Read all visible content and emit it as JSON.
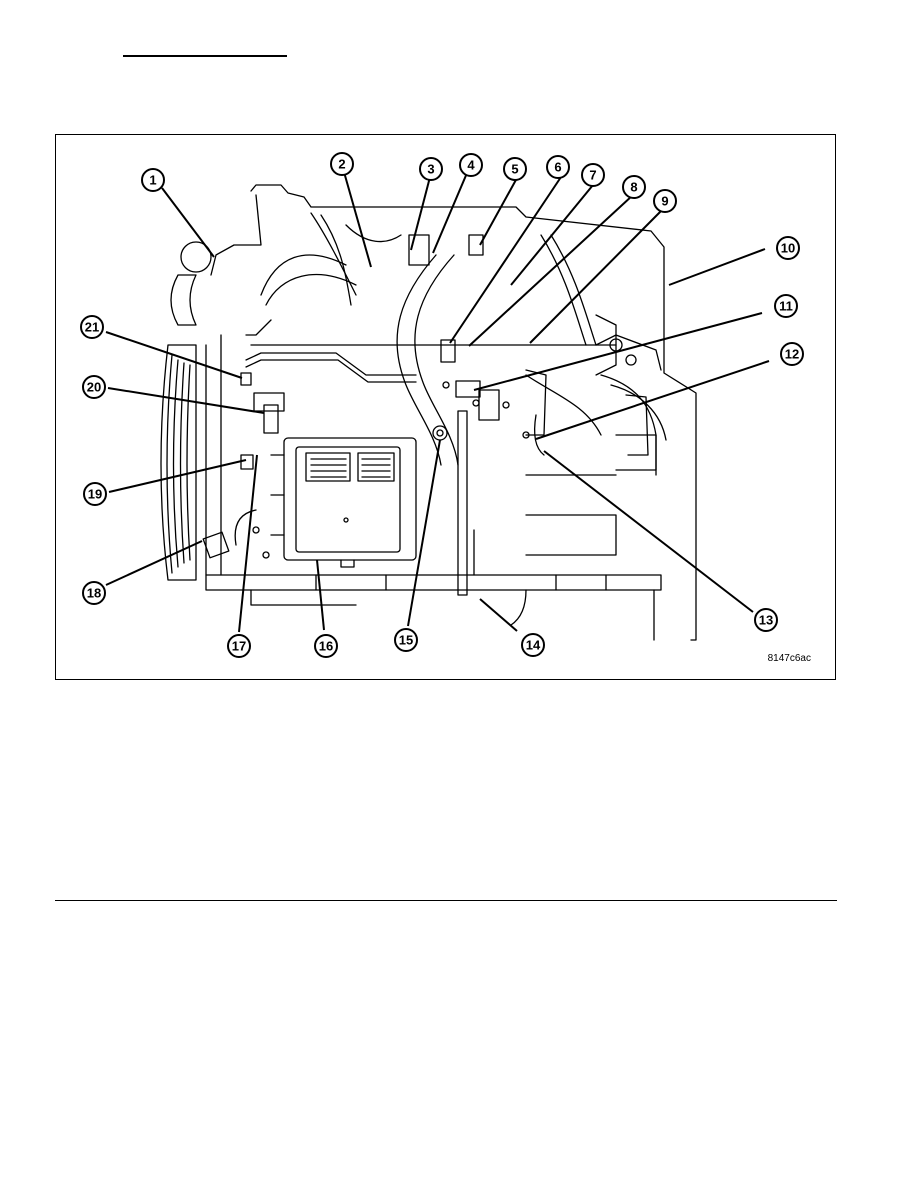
{
  "figure": {
    "id_label": "8147c6ac",
    "callouts": [
      "1",
      "2",
      "3",
      "4",
      "5",
      "6",
      "7",
      "8",
      "9",
      "10",
      "11",
      "12",
      "13",
      "14",
      "15",
      "16",
      "17",
      "18",
      "19",
      "20",
      "21"
    ]
  }
}
